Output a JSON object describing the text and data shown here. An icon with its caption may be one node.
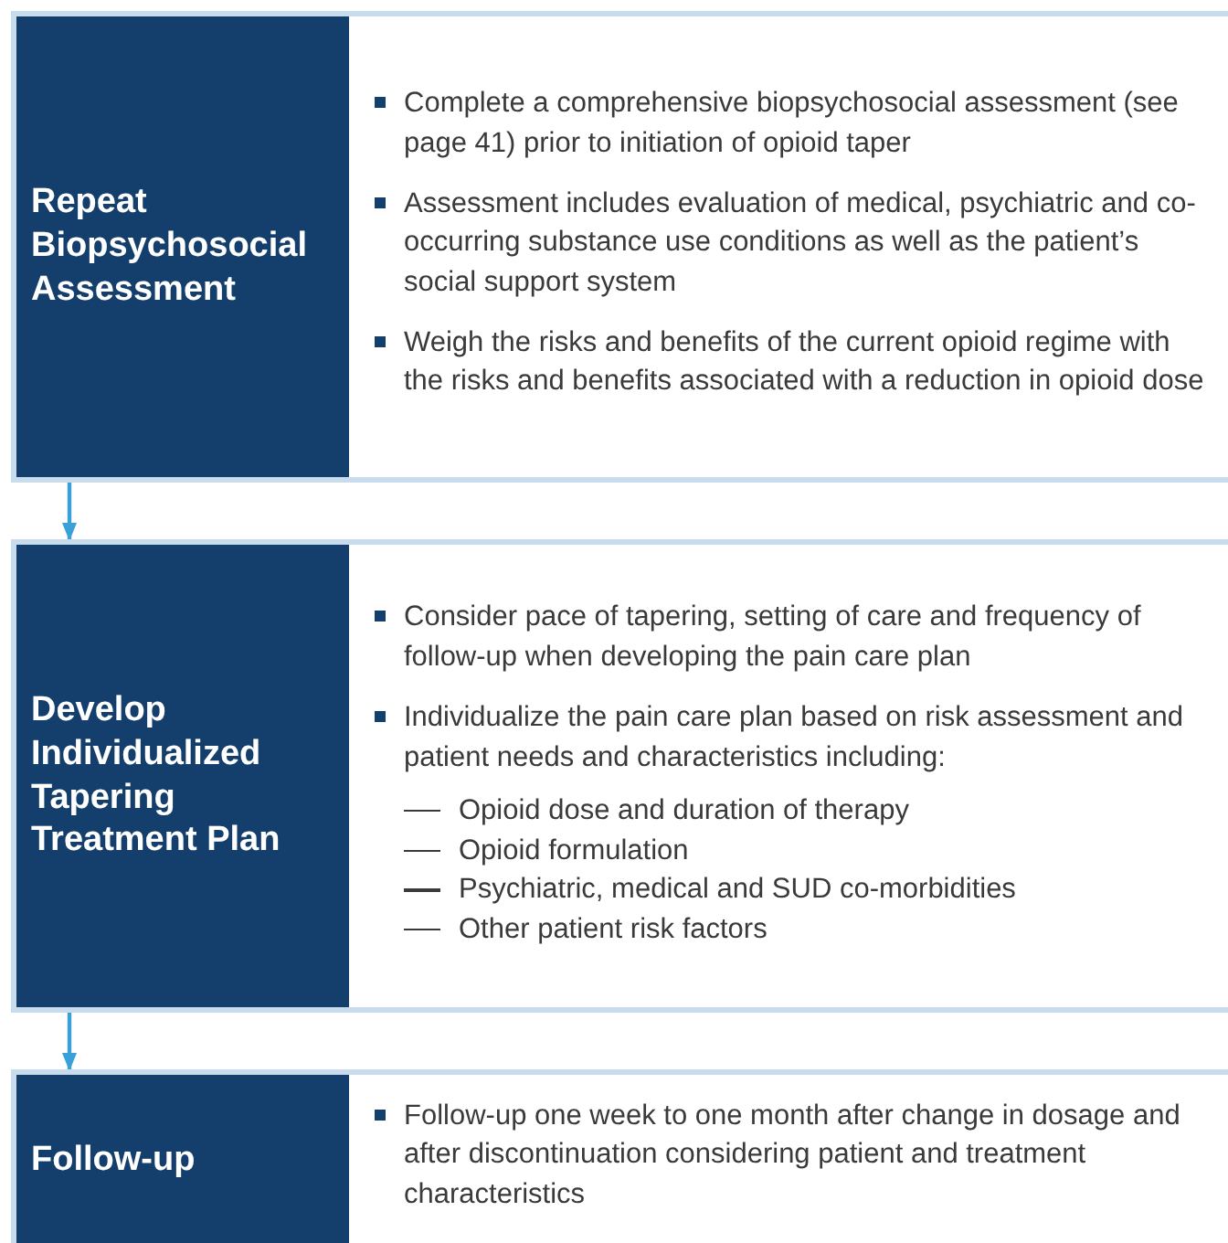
{
  "diagram": {
    "nodes": [
      {
        "text": [
          "Repeat Biopsychosocial Assessment",
          "Complete a comprehensive biopsychosocial assessment (see page 41) prior to initiation of opioid taper",
          "Assessment includes evaluation of medical, psychiatric and co-occurring substance use conditions as well as the patient’s social support system",
          "Weigh the risks and benefits of the current opioid regime with the risks and benefits associated with a reduction in opioid dose"
        ]
      },
      {
        "text": [
          "Develop Individualized Tapering Treatment Plan",
          "Consider pace of tapering, setting of care and frequency of follow-up when developing the pain care plan",
          "Individualize the pain care plan based on risk assessment and patient needs and characteristics including:",
          "Opioid dose and duration of therapy",
          "Opioid formulation",
          "Psychiatric, medical and SUD co-morbidities",
          "Other patient risk factors"
        ]
      },
      {
        "text": [
          "Follow-up",
          "Follow-up one week to one month after change in dosage and after discontinuation considering patient and treatment characteristics"
        ]
      }
    ],
    "edges": [
      {
        "from": 0,
        "to": 1,
        "arrow": "to"
      },
      {
        "from": 1,
        "to": 2,
        "arrow": "to"
      }
    ]
  }
}
